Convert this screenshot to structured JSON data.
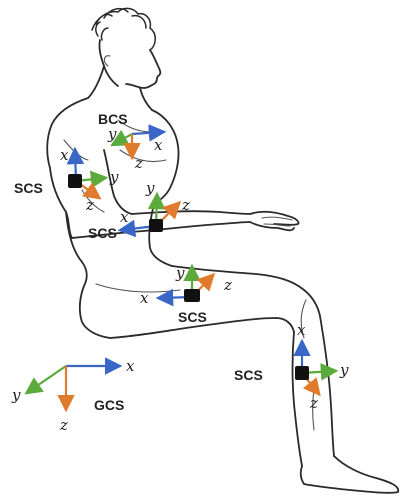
{
  "labels": {
    "bcs": "BCS",
    "scs": "SCS",
    "gcs": "GCS"
  },
  "axes": {
    "x": "x",
    "y": "y",
    "z": "z"
  },
  "colors": {
    "x_axis": "#3a66c8",
    "y_axis": "#5aaa3c",
    "z_axis": "#e07a2c",
    "sensor": "#111111",
    "outline": "#2a2a2a"
  }
}
